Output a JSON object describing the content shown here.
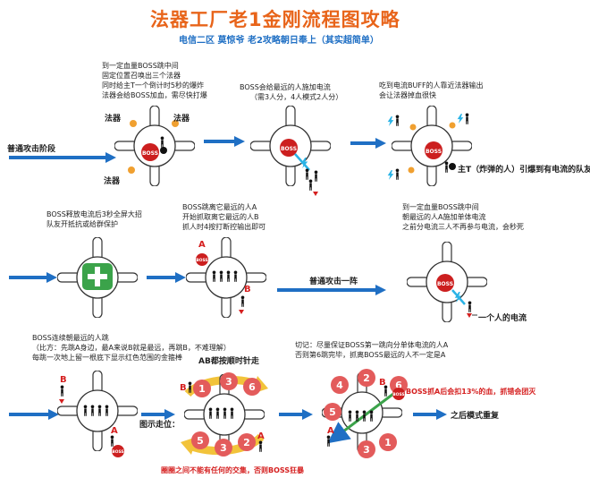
{
  "header": {
    "title": "法器工厂老1金刚流程图攻略",
    "subtitle": "电信二区 莫惊爷 老2攻略朝日奉上（其实超简单）"
  },
  "row1": {
    "start_label": "普通攻击阶段",
    "step1": {
      "notes": [
        "到一定血量BOSS跳中间",
        "固定位置召唤出三个法器",
        "同时给主T一个倒计时5秒的爆炸",
        "法器会给BOSS加血，需尽快打爆"
      ],
      "device_label": "法器"
    },
    "step2": {
      "notes": [
        "BOSS会给最远的人施加电流",
        "（需3人分，4人模式2人分）"
      ]
    },
    "step3": {
      "notes": [
        "吃到电流BUFF的人靠近法器输出",
        "会让法器掉血很快"
      ],
      "side_note": "主T（炸弹的人）引爆到有电流的队友，会把他秒死"
    }
  },
  "row2": {
    "step4": {
      "notes": [
        "BOSS释放电流后3秒全屏大招",
        "队友开抵抗或给群保护"
      ]
    },
    "step5": {
      "notes": [
        "BOSS跳离它最远的人A",
        "开始抓取离它最远的人B",
        "抓人时4按打断控输出即可"
      ],
      "marker_a": "A",
      "marker_b": "B"
    },
    "middle_label": "普通攻击一阵",
    "step6": {
      "notes": [
        "到一定血量BOSS跳中间",
        "朝最远的人A施加单体电流",
        "之前分电流三人不再参与电流，会秒死"
      ],
      "pointer_label": "一个人的电流"
    }
  },
  "row3": {
    "step7": {
      "notes": [
        "BOSS连续朝最远的人跳",
        "（比方：先跳A身边，最A来说B就是最远，再跳B，不难理解）",
        "每跳一次地上留一根底下显示红色范围的金箍棒"
      ],
      "marker_a": "A",
      "marker_b": "B"
    },
    "diagram_label": "图示走位：",
    "step8": {
      "header": "AB都按顺时针走",
      "numbers": [
        "1",
        "2",
        "3",
        "4",
        "5",
        "6"
      ],
      "bottom_note": "圈圈之间不能有任何的交集，否则BOSS狂暴",
      "marker_a": "A",
      "marker_b": "B"
    },
    "step9": {
      "notes": [
        "切记：尽量保证BOSS第一跳向分单体电流的人A",
        "否则第6跳完毕，抓离BOSS最远的人不一定是A"
      ],
      "numbers": [
        "1",
        "2",
        "3",
        "4",
        "5",
        "6"
      ],
      "warning": "BOSS抓A后会扣13%的血，抓错会团灭",
      "marker_a": "A",
      "marker_b": "B"
    },
    "end_label": "之后模式重复"
  },
  "icons": [
    "boss-icon",
    "player-icon",
    "lightning-icon",
    "bomb-icon",
    "arrow-icon",
    "shield-icon"
  ],
  "colors": {
    "title": "#e8641a",
    "subtitle": "#1f6fc4",
    "arrow": "#1f6fc4",
    "boss": "#cc1f1f",
    "device": "#f0a030",
    "marker": "#d51f1f",
    "circle": "#e35b5b",
    "shield": "#3ba34a",
    "ring": "#f2c33a"
  }
}
